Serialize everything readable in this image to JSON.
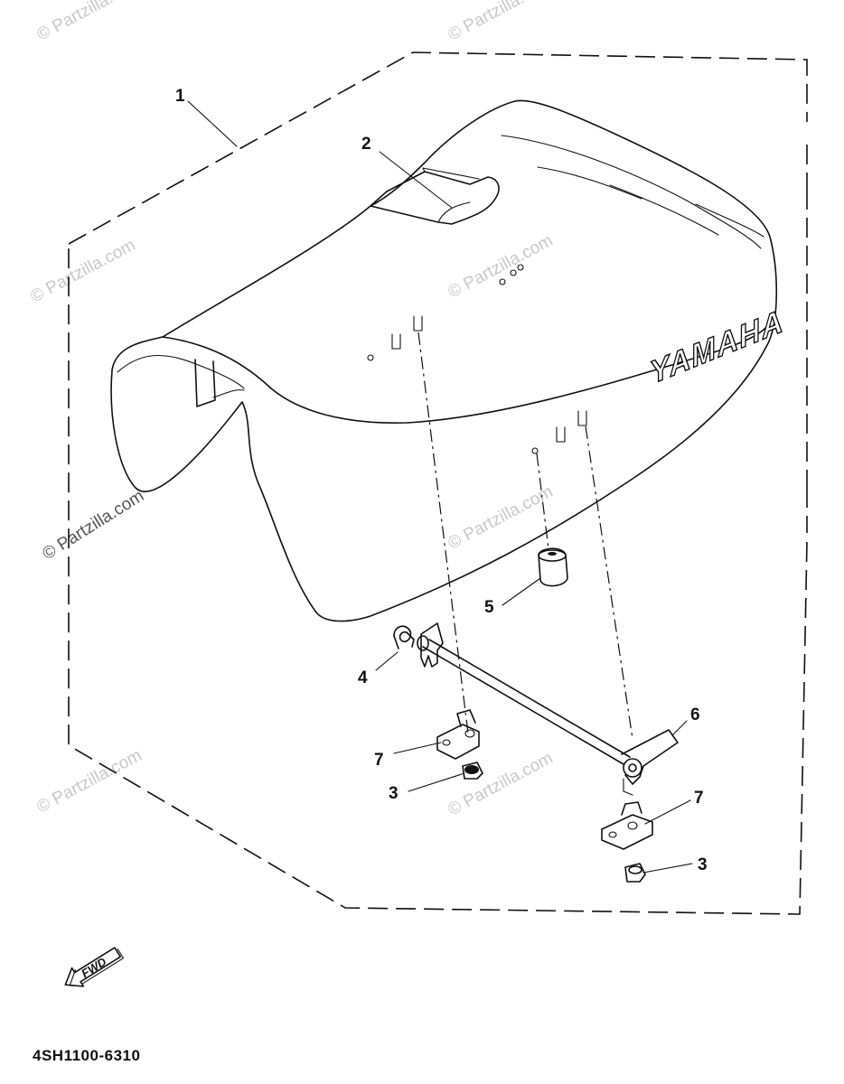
{
  "watermark_text": "© Partzilla.com",
  "brand_text": "YAMAHA",
  "fwd_label": "FWD",
  "part_number": "4SH1100-6310",
  "callouts": [
    "1",
    "2",
    "3",
    "4",
    "5",
    "6",
    "7",
    "3",
    "7"
  ]
}
